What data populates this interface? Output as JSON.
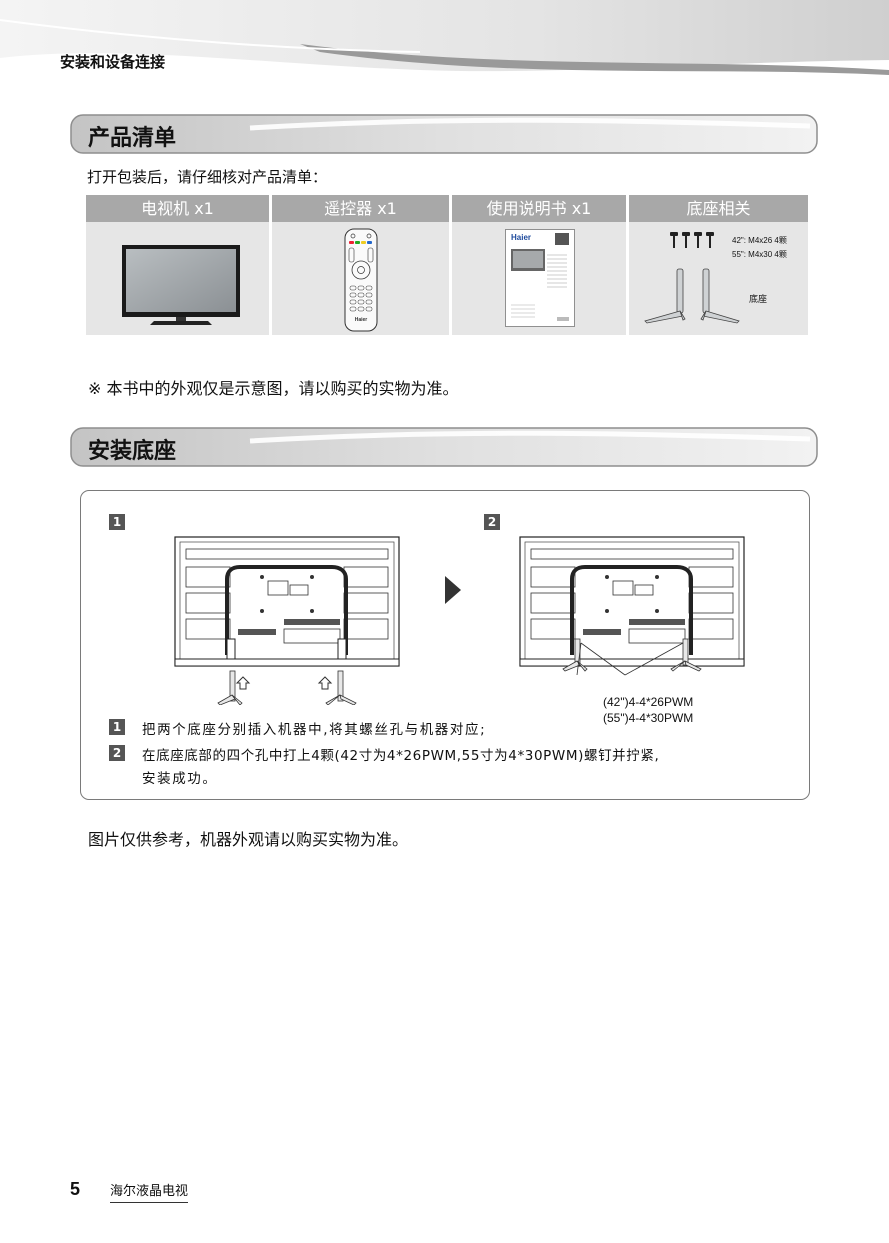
{
  "header": {
    "section_title": "安装和设备连接"
  },
  "product_list": {
    "heading": "产品清单",
    "intro": "打开包装后，请仔细核对产品清单：",
    "items": [
      {
        "label": "电视机 x1"
      },
      {
        "label": "遥控器 x1"
      },
      {
        "label": "使用说明书 x1"
      },
      {
        "label": "底座相关"
      }
    ],
    "manual_brand": "Haier",
    "screws": {
      "line1": "42\": M4x26  4颗",
      "line2": "55\": M4x30  4颗"
    },
    "stand_label": "底座",
    "remote_brand": "Haier"
  },
  "note": "※ 本书中的外观仅是示意图，请以购买的实物为准。",
  "install": {
    "heading": "安装底座",
    "step1_num": "1",
    "step2_num": "2",
    "pwm_42": "(42\")4-4*26PWM",
    "pwm_55": "(55\")4-4*30PWM",
    "instructions": [
      {
        "num": "1",
        "text": "把两个底座分别插入机器中,将其螺丝孔与机器对应;"
      },
      {
        "num": "2",
        "text": "在底座底部的四个孔中打上4颗(42寸为4*26PWM,55寸为4*30PWM)螺钉并拧紧,",
        "text2": "安装成功。"
      }
    ]
  },
  "caption": "图片仅供参考，机器外观请以购买实物为准。",
  "footer": {
    "page_number": "5",
    "brand": "海尔液晶电视"
  }
}
